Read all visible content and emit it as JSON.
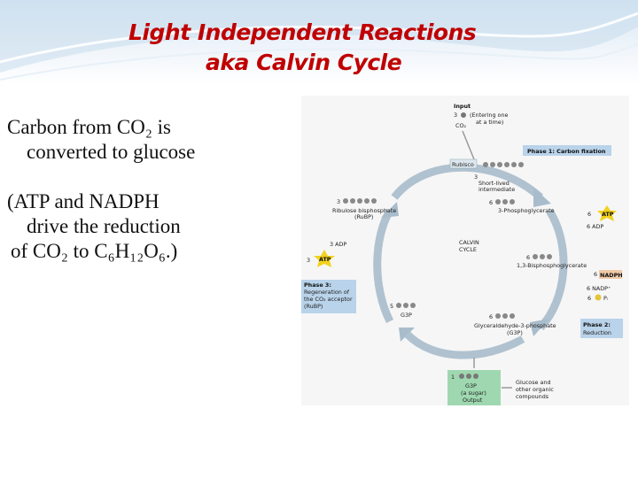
{
  "slide": {
    "title_line1": "Light Independent Reactions",
    "title_line2": "aka Calvin Cycle",
    "para1_line1": "Carbon from CO₂ is",
    "para1_line2": "converted to glucose",
    "para2_line1": "(ATP and NADPH",
    "para2_line2": "drive the reduction",
    "para2_line3": "of CO₂ to C₆H₁₂O₆.)"
  },
  "diagram": {
    "input": "Input",
    "co2_count": "3",
    "entering": "(Entering one",
    "at_a_time": "at a time)",
    "co2": "CO₂",
    "rubisco": "Rubisco",
    "phase1": "Phase 1: Carbon fixation",
    "short_lived_count": "3",
    "short_lived_1": "Short-lived",
    "short_lived_2": "intermediate",
    "rubp_count": "3",
    "rubp_1": "Ribulose bisphosphate",
    "rubp_2": "(RuBP)",
    "pga_count": "6",
    "pga": "3-Phosphoglycerate",
    "atp_top_count": "6",
    "atp": "ATP",
    "adp_top": "6 ADP",
    "calvin_1": "CALVIN",
    "calvin_2": "CYCLE",
    "adp_left": "3 ADP",
    "atp_left_count": "3",
    "bpg_count": "6",
    "bpg": "1,3-Bisphosphoglycerate",
    "nadph_count": "6",
    "nadph": "NADPH",
    "nadp": "6 NADP⁺",
    "pi_count": "6",
    "pi": "Pᵢ",
    "phase3_1": "Phase 3:",
    "phase3_2": "Regeneration of",
    "phase3_3": "the CO₂ acceptor",
    "phase3_4": "(RuBP)",
    "g3p_left_count": "5",
    "g3p": "G3P",
    "g3p_full_count": "6",
    "g3p_full": "Glyceraldehyde-3-phosphate",
    "g3p_full_abbr": "(G3P)",
    "phase2_1": "Phase 2:",
    "phase2_2": "Reduction",
    "output_count": "1",
    "output_g3p": "G3P",
    "output_sugar": "(a sugar)",
    "output": "Output",
    "glucose_1": "Glucose and",
    "glucose_2": "other organic",
    "glucose_3": "compounds",
    "p_label": "P"
  },
  "colors": {
    "title": "#c00000",
    "atp_star": "#f2d21c",
    "phase_box": "#b9d3ea",
    "output_box": "#9fd8b0",
    "cycle_arrow": "#a8bccc"
  }
}
